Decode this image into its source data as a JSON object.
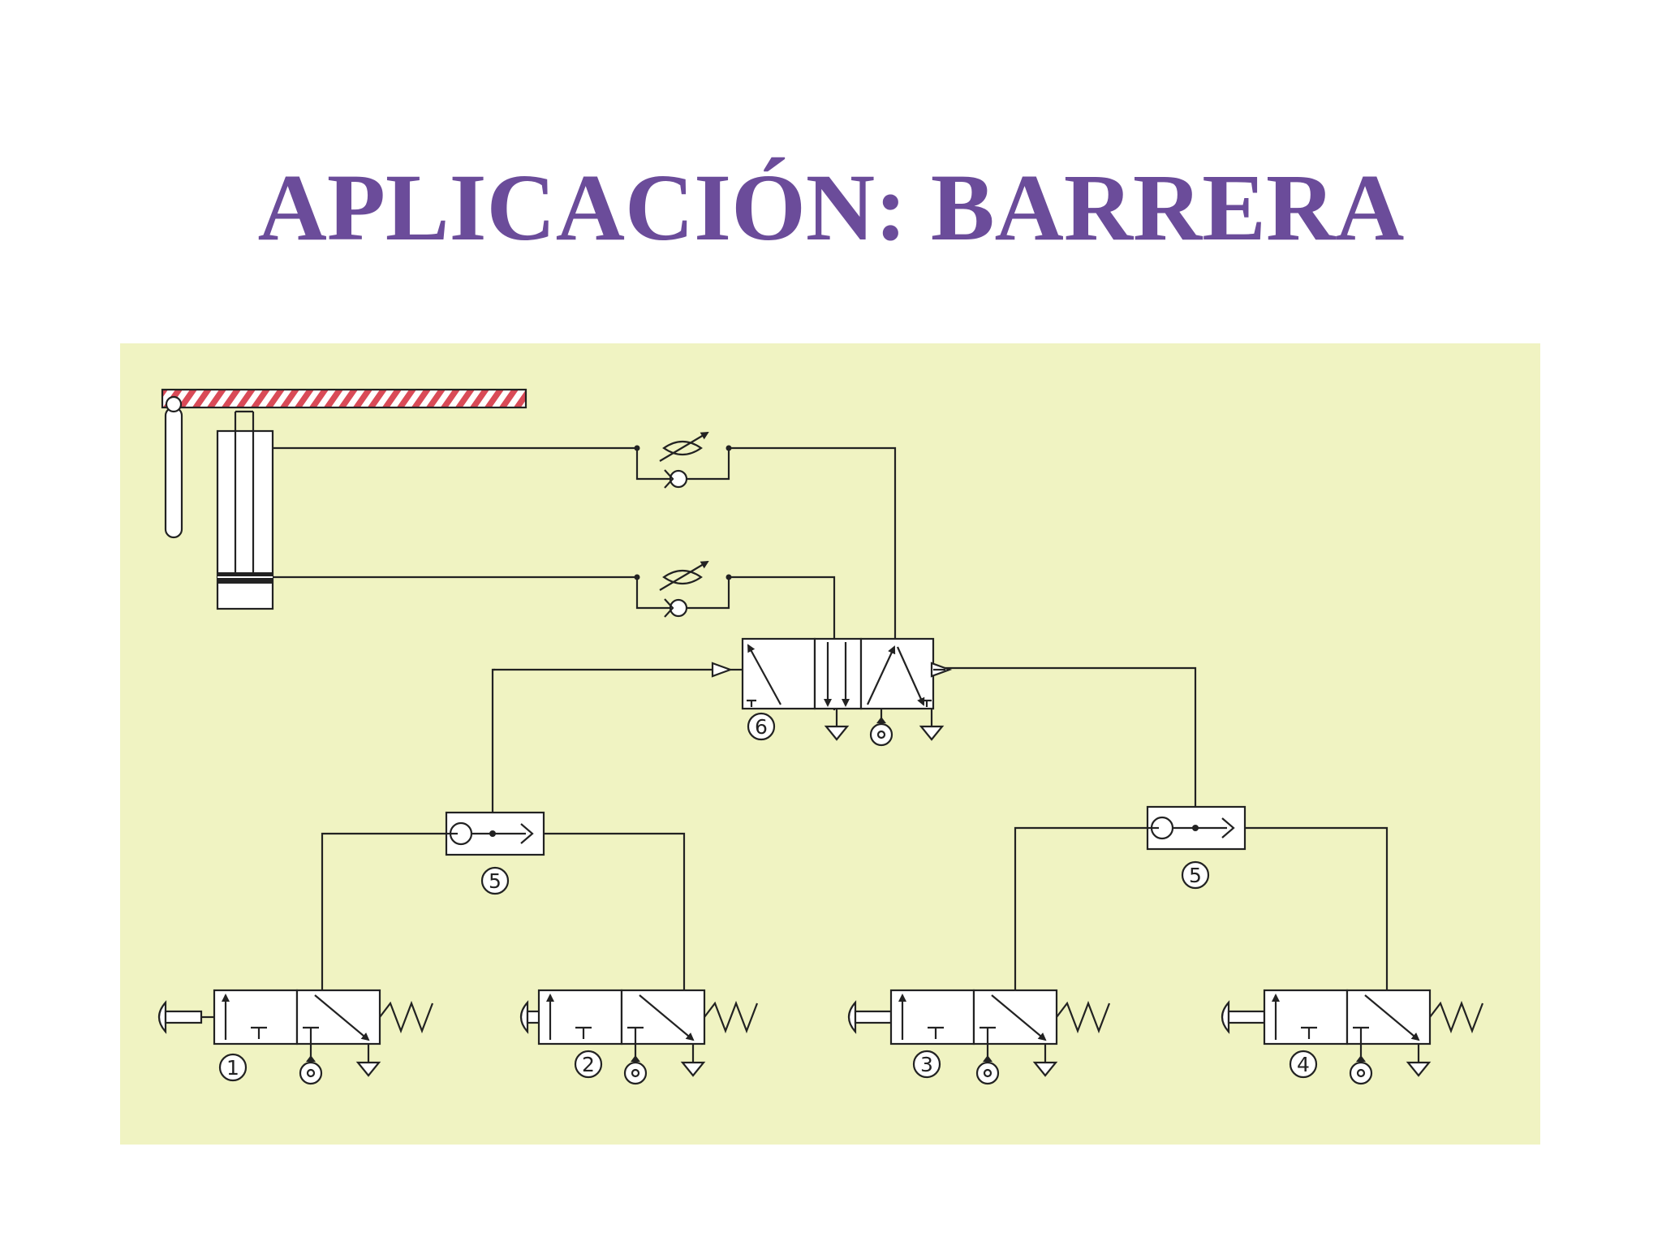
{
  "title": "APLICACIÓN: BARRERA",
  "colors": {
    "title": "#6b4c9a",
    "panel_background": "#f0f3c2",
    "lines": "#222222",
    "component_fill": "#ffffff",
    "barrier_stripe_red": "#d94a57"
  },
  "diagram": {
    "barrier_arm": {
      "icon": "striped-barrier-arm"
    },
    "cylinder": {
      "icon": "double-acting-cylinder"
    },
    "flow_controls": [
      {
        "icon": "one-way-flow-control-valve"
      },
      {
        "icon": "one-way-flow-control-valve"
      }
    ],
    "main_valve": {
      "label": "6",
      "icon": "pilot-operated-directional-valve"
    },
    "shuttle_valves": [
      {
        "label": "5",
        "icon": "shuttle-valve"
      },
      {
        "label": "5",
        "icon": "shuttle-valve"
      }
    ],
    "push_button_valves": [
      {
        "label": "1",
        "icon": "push-button-3-2-valve"
      },
      {
        "label": "2",
        "icon": "push-button-3-2-valve"
      },
      {
        "label": "3",
        "icon": "push-button-3-2-valve"
      },
      {
        "label": "4",
        "icon": "push-button-3-2-valve"
      }
    ]
  }
}
